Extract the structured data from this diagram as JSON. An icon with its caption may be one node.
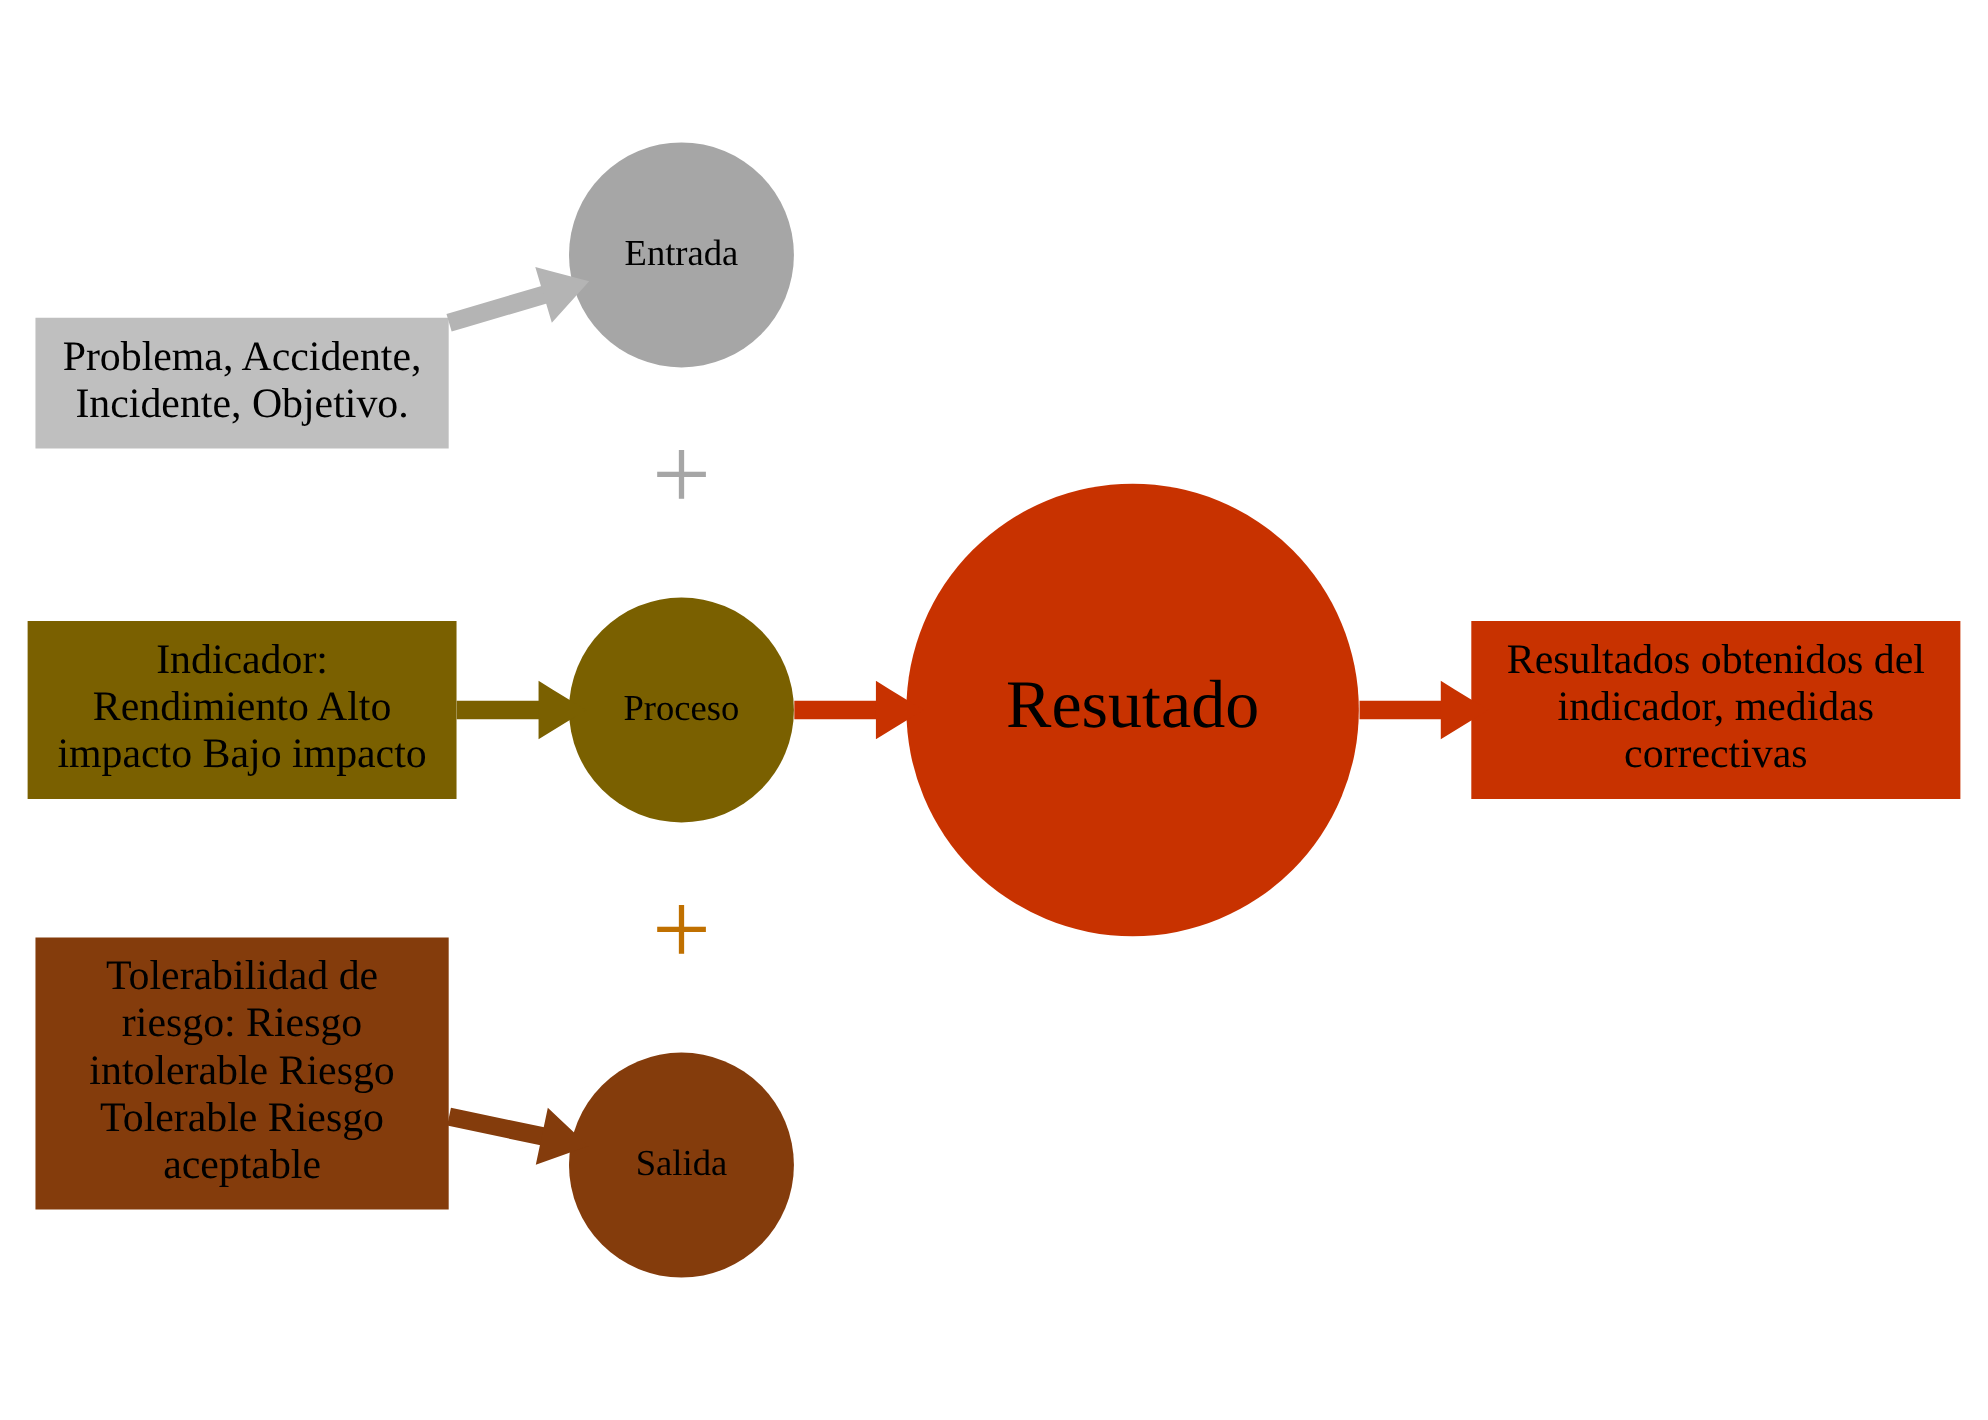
{
  "diagram": {
    "nodes": [
      {
        "text": [
          "Problema, Accidente, Incidente, Objetivo."
        ]
      },
      {
        "text": [
          "Entrada"
        ]
      },
      {
        "text": [
          "Indicador: Rendimiento Alto impacto Bajo impacto"
        ]
      },
      {
        "text": [
          "Proceso"
        ]
      },
      {
        "text": [
          "Tolerabilidad de riesgo: Riesgo intolerable Riesgo Tolerable Riesgo aceptable"
        ]
      },
      {
        "text": [
          "Salida"
        ]
      },
      {
        "text": [
          "Resutado"
        ]
      },
      {
        "text": [
          "Resultados obtenidos del indicador, medidas correctivas"
        ]
      }
    ],
    "edges": [
      {
        "from": 0,
        "to": 1,
        "arrow": "to",
        "color": "#b4b4b4"
      },
      {
        "from": 2,
        "to": 3,
        "arrow": "to",
        "color": "#7a6000"
      },
      {
        "from": 4,
        "to": 5,
        "arrow": "to",
        "color": "#843c0c"
      },
      {
        "from": 3,
        "to": 6,
        "arrow": "to",
        "color": "#c83200"
      },
      {
        "from": 6,
        "to": 7,
        "arrow": "to",
        "color": "#c83200"
      }
    ],
    "labels": [
      "+",
      "+"
    ]
  }
}
